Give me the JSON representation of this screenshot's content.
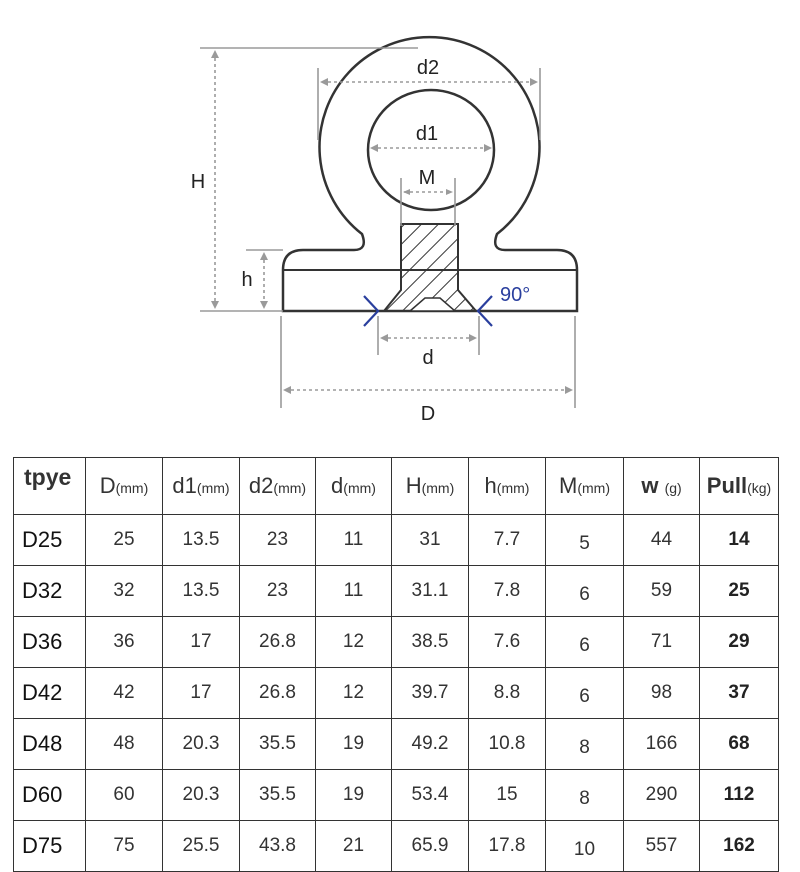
{
  "diagram": {
    "labels": {
      "d2": "d2",
      "d1": "d1",
      "M": "M",
      "H": "H",
      "h": "h",
      "angle": "90°",
      "d": "d",
      "D": "D"
    },
    "colors": {
      "outline": "#333333",
      "dimension": "#9a9a9a",
      "angle_mark": "#2a3f9e"
    }
  },
  "table": {
    "headers": [
      {
        "main": "tpye",
        "unit": ""
      },
      {
        "main": "D",
        "unit": "(mm)"
      },
      {
        "main": "d1",
        "unit": "(mm)"
      },
      {
        "main": "d2",
        "unit": "(mm)"
      },
      {
        "main": "d",
        "unit": "(mm)"
      },
      {
        "main": "H",
        "unit": "(mm)"
      },
      {
        "main": "h",
        "unit": "(mm)"
      },
      {
        "main": "M",
        "unit": "(mm)"
      },
      {
        "main": "w",
        "unit": "(g)"
      },
      {
        "main": "Pull",
        "unit": "(kg)"
      }
    ],
    "rows": [
      [
        "D25",
        "25",
        "13.5",
        "23",
        "11",
        "31",
        "7.7",
        "5",
        "44",
        "14"
      ],
      [
        "D32",
        "32",
        "13.5",
        "23",
        "11",
        "31.1",
        "7.8",
        "6",
        "59",
        "25"
      ],
      [
        "D36",
        "36",
        "17",
        "26.8",
        "12",
        "38.5",
        "7.6",
        "6",
        "71",
        "29"
      ],
      [
        "D42",
        "42",
        "17",
        "26.8",
        "12",
        "39.7",
        "8.8",
        "6",
        "98",
        "37"
      ],
      [
        "D48",
        "48",
        "20.3",
        "35.5",
        "19",
        "49.2",
        "10.8",
        "8",
        "166",
        "68"
      ],
      [
        "D60",
        "60",
        "20.3",
        "35.5",
        "19",
        "53.4",
        "15",
        "8",
        "290",
        "112"
      ],
      [
        "D75",
        "75",
        "25.5",
        "43.8",
        "21",
        "65.9",
        "17.8",
        "10",
        "557",
        "162"
      ]
    ]
  }
}
